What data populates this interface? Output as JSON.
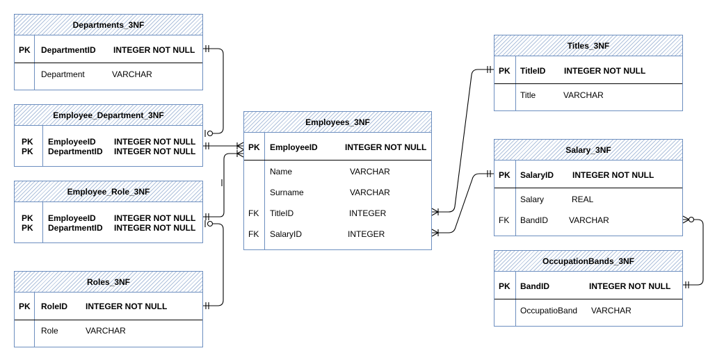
{
  "tables": {
    "departments": {
      "title": "Departments_3NF",
      "rows": [
        {
          "key": "PK",
          "name": "DepartmentID",
          "type": "INTEGER NOT NULL"
        },
        {
          "key": "",
          "name": "Department",
          "type": "VARCHAR"
        }
      ]
    },
    "employee_department": {
      "title": "Employee_Department_3NF",
      "rows": [
        {
          "key": "PK\nPK",
          "name": "EmployeeID\nDepartmentID",
          "type": "INTEGER NOT NULL\nINTEGER NOT NULL"
        }
      ]
    },
    "employee_role": {
      "title": "Employee_Role_3NF",
      "rows": [
        {
          "key": "PK\nPK",
          "name": "EmployeeID\nDepartmentID",
          "type": "INTEGER NOT NULL\nINTEGER NOT NULL"
        }
      ]
    },
    "roles": {
      "title": "Roles_3NF",
      "rows": [
        {
          "key": "PK",
          "name": "RoleID",
          "type": "INTEGER NOT NULL"
        },
        {
          "key": "",
          "name": "Role",
          "type": "VARCHAR"
        }
      ]
    },
    "employees": {
      "title": "Employees_3NF",
      "rows": [
        {
          "key": "PK",
          "name": "EmployeeID",
          "type": "INTEGER NOT NULL"
        },
        {
          "key": "",
          "name": "Name",
          "type": "VARCHAR"
        },
        {
          "key": "",
          "name": "Surname",
          "type": "VARCHAR"
        },
        {
          "key": "FK",
          "name": "TitleID",
          "type": "INTEGER"
        },
        {
          "key": "FK",
          "name": "SalaryID",
          "type": "INTEGER"
        }
      ]
    },
    "titles": {
      "title": "Titles_3NF",
      "rows": [
        {
          "key": "PK",
          "name": "TitleID",
          "type": "INTEGER NOT NULL"
        },
        {
          "key": "",
          "name": "Title",
          "type": "VARCHAR"
        }
      ]
    },
    "salary": {
      "title": "Salary_3NF",
      "rows": [
        {
          "key": "PK",
          "name": "SalaryID",
          "type": "INTEGER NOT NULL"
        },
        {
          "key": "",
          "name": "Salary",
          "type": "REAL"
        },
        {
          "key": "FK",
          "name": "BandID",
          "type": "VARCHAR"
        }
      ]
    },
    "occupation_bands": {
      "title": "OccupationBands_3NF",
      "rows": [
        {
          "key": "PK",
          "name": "BandID",
          "type": "INTEGER NOT NULL"
        },
        {
          "key": "",
          "name": "OccupatioBand",
          "type": "VARCHAR"
        }
      ]
    }
  }
}
